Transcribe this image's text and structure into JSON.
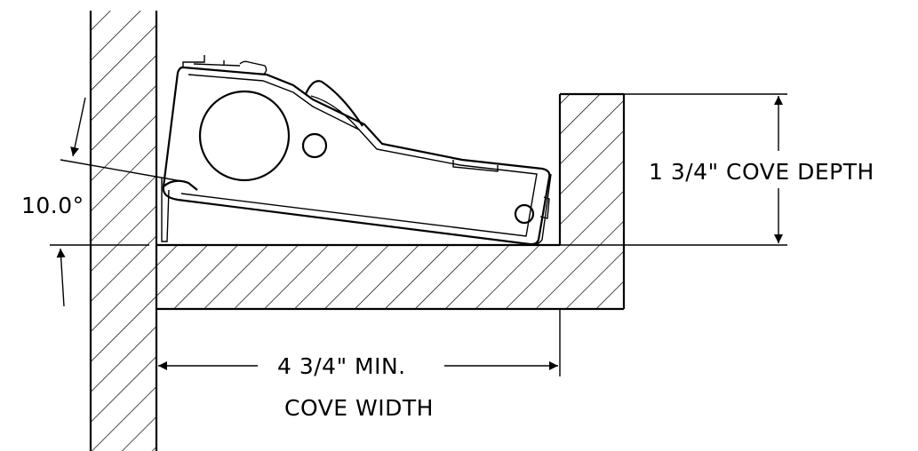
{
  "labels": {
    "angle": "10.0°",
    "cove_depth": "1 3/4\" COVE DEPTH",
    "cove_width_line1": "4 3/4\" MIN.",
    "cove_width_line2": "COVE WIDTH"
  },
  "colors": {
    "line": "#000000",
    "background": "#ffffff"
  }
}
